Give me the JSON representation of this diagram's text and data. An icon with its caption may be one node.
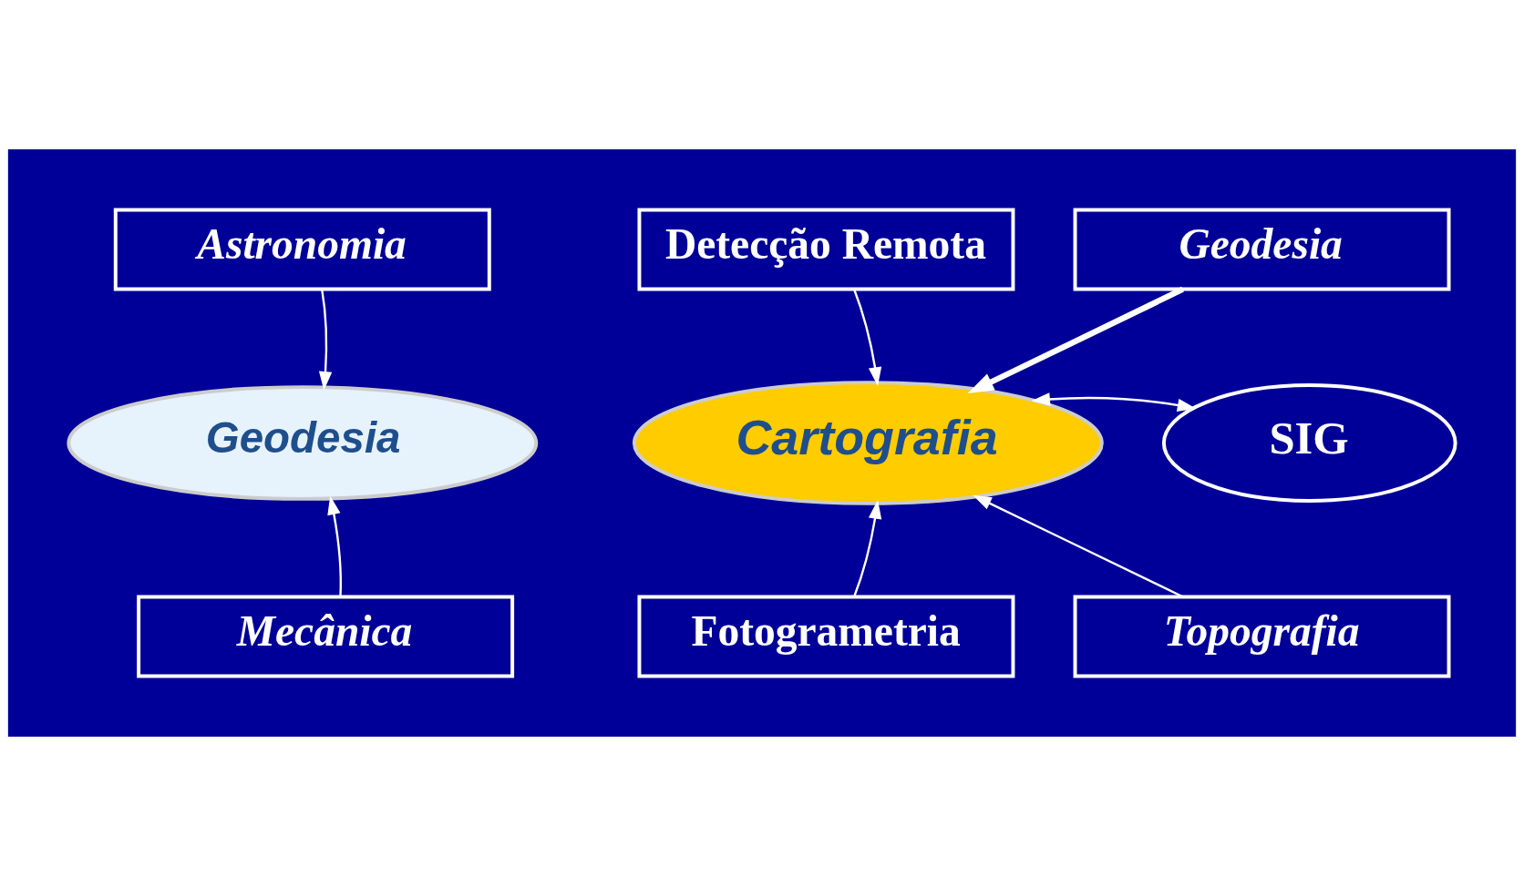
{
  "diagram": {
    "nodes": [
      {
        "text": [
          "Astronomia"
        ]
      },
      {
        "text": [
          "Geodesia"
        ]
      },
      {
        "text": [
          "Mecânica"
        ]
      },
      {
        "text": [
          "Detecção Remota"
        ]
      },
      {
        "text": [
          "Geodesia"
        ]
      },
      {
        "text": [
          "Cartografia"
        ]
      },
      {
        "text": [
          "SIG"
        ]
      },
      {
        "text": [
          "Fotogrametria"
        ]
      },
      {
        "text": [
          "Topografia"
        ]
      }
    ],
    "edges": [
      {
        "from": 0,
        "to": 1,
        "arrow": "to"
      },
      {
        "from": 2,
        "to": 1,
        "arrow": "to"
      },
      {
        "from": 3,
        "to": 5,
        "arrow": "to"
      },
      {
        "from": 4,
        "to": 5,
        "arrow": "to",
        "style": "thick"
      },
      {
        "from": 5,
        "to": 6,
        "arrow": "both"
      },
      {
        "from": 7,
        "to": 5,
        "arrow": "to"
      },
      {
        "from": 8,
        "to": 5,
        "arrow": "to"
      }
    ]
  }
}
